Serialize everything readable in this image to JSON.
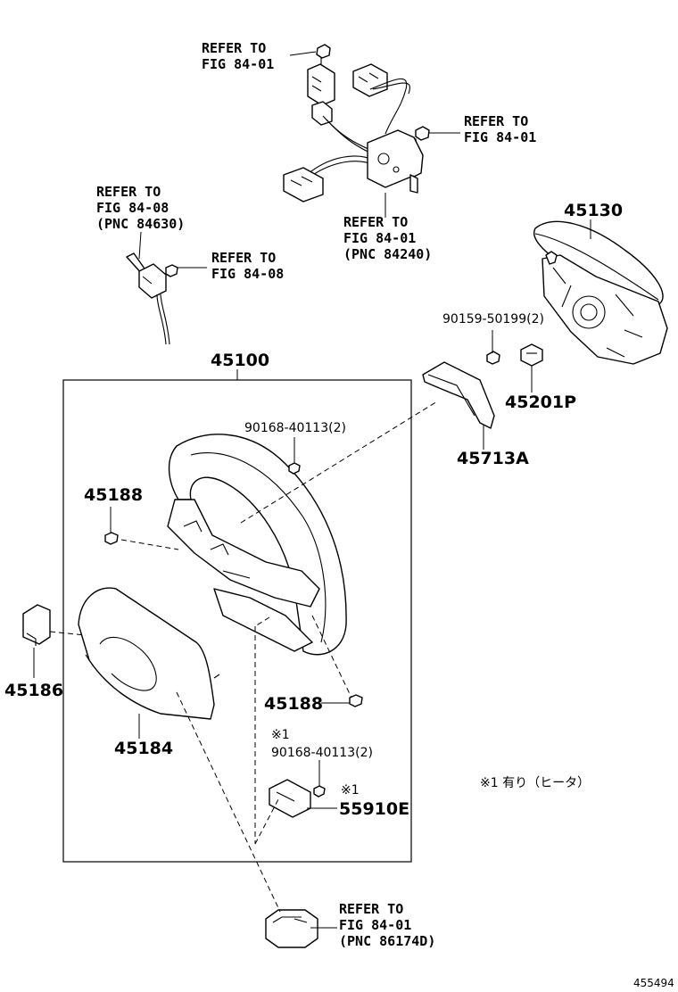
{
  "refs": {
    "ref_top": [
      "REFER TO",
      "FIG 84-01"
    ],
    "ref_right_top": [
      "REFER TO",
      "FIG 84-01"
    ],
    "ref_harness": [
      "REFER TO",
      "FIG 84-01",
      "(PNC 84240)"
    ],
    "ref_left": [
      "REFER TO",
      "FIG 84-08",
      "(PNC 84630)"
    ],
    "ref_left_bolt": [
      "REFER TO",
      "FIG 84-08"
    ],
    "ref_bottom": [
      "REFER TO",
      "FIG 84-01",
      "(PNC 86174D)"
    ]
  },
  "parts": {
    "p45130": "45130",
    "p90159": "90159-50199(2)",
    "p45201P": "45201P",
    "p45713A": "45713A",
    "p45100": "45100",
    "p90168_top": "90168-40113(2)",
    "p45188_top": "45188",
    "p45186": "45186",
    "p45184": "45184",
    "p45188_bottom": "45188",
    "note_mark_a": "※1",
    "p90168_bottom": "90168-40113(2)",
    "note_mark_b": "※1",
    "p55910E": "55910E"
  },
  "note": "※1 有り（ヒータ）",
  "diagram_id": "455494"
}
